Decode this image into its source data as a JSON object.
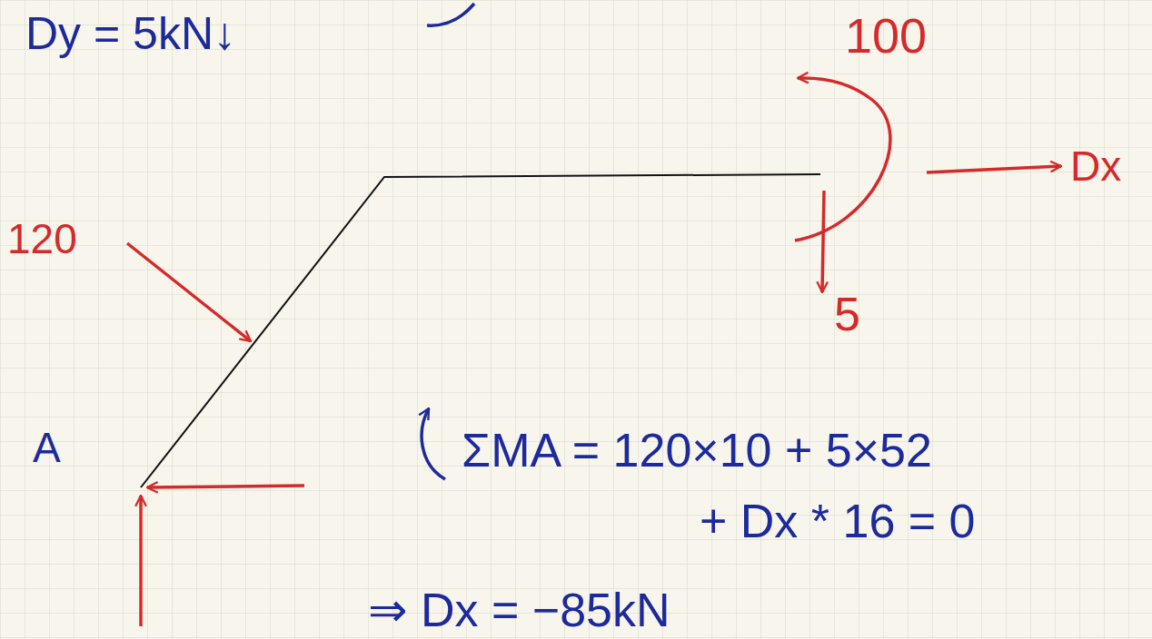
{
  "diagram": {
    "labels": [
      "Dy = 5kN↓",
      "100",
      "Dx",
      "120",
      "5",
      "A",
      "ΣMA = 120×10 + 5×52",
      "+ Dx * 16 = 0",
      "⇒ Dx = −85kN"
    ]
  }
}
